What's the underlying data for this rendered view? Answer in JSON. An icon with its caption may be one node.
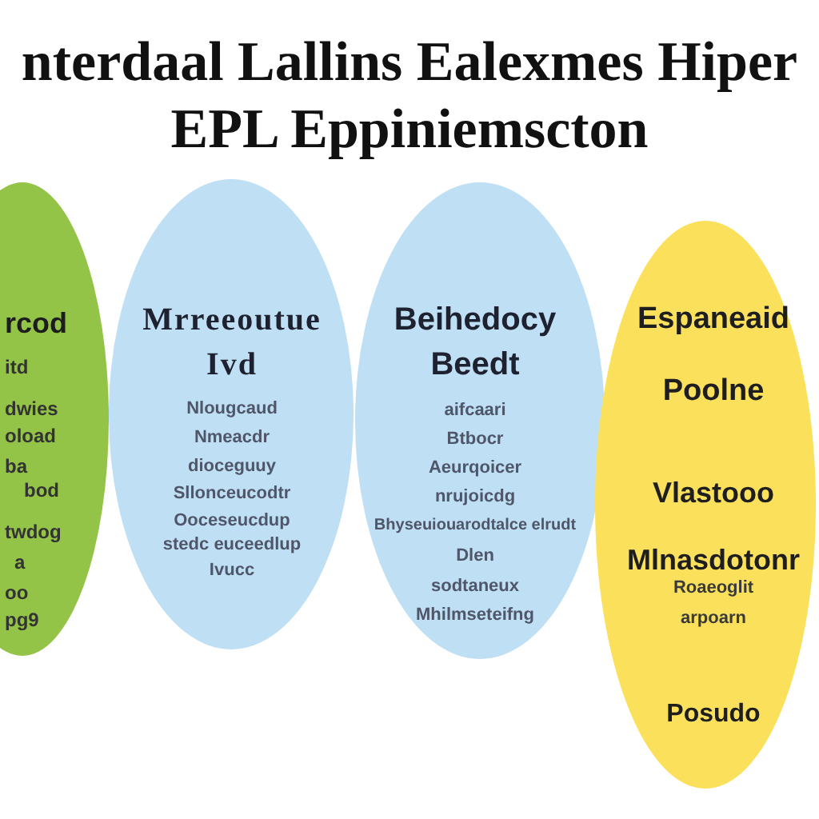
{
  "diagram": {
    "title": "nterdaal Lallins Ealexmes Hiper EPL Eppiniemscton",
    "nodes": [
      {
        "text": [
          "rcod",
          "itd",
          "dwies",
          "oload",
          "ba",
          "bod",
          "twdog",
          "a",
          "oo",
          "pg9"
        ]
      },
      {
        "text": [
          "Mrreeoutue Ivd",
          "Nlougcaud",
          "Nmeacdr",
          "dioceguuy",
          "Sllonceucodtr",
          "Ooceseucdup",
          "stedc euceedlup",
          "Ivucc"
        ]
      },
      {
        "text": [
          "Beihedocy Beedt",
          "aifcaari",
          "Btbocr",
          "Aeurqoicer",
          "nrujoicdg",
          "Bhyseuiouarodtalce elrudt",
          "Dlen",
          "sodtaneux",
          "Mhilmseteifng"
        ]
      },
      {
        "text": [
          "Espaneaid",
          "Poolne",
          "Vlastooo",
          "Mlnasdotonr",
          "Roaeoglit",
          "arpoarn",
          "Posudo"
        ]
      }
    ]
  }
}
